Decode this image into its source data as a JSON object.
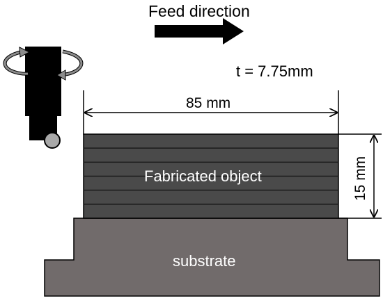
{
  "labels": {
    "feed_direction": "Feed direction",
    "thickness": "t = 7.75mm",
    "width": "85 mm",
    "height": "15 mm",
    "object": "Fabricated object",
    "substrate": "substrate"
  },
  "colors": {
    "object_fill": "#4a4a4a",
    "layer_line": "#1a1a1a",
    "substrate_fill": "#716b6b",
    "tool": "#000000",
    "arrow_ring": "#8c8c8c",
    "roller": "#a8a8a8",
    "label_light": "#ffffff",
    "label_dark": "#000000"
  },
  "object": {
    "layer_count": 6
  },
  "icons": {
    "tool": "friction-stir-tool-icon",
    "rotation": "rotation-arrow-icon",
    "feed": "feed-arrow-icon"
  }
}
